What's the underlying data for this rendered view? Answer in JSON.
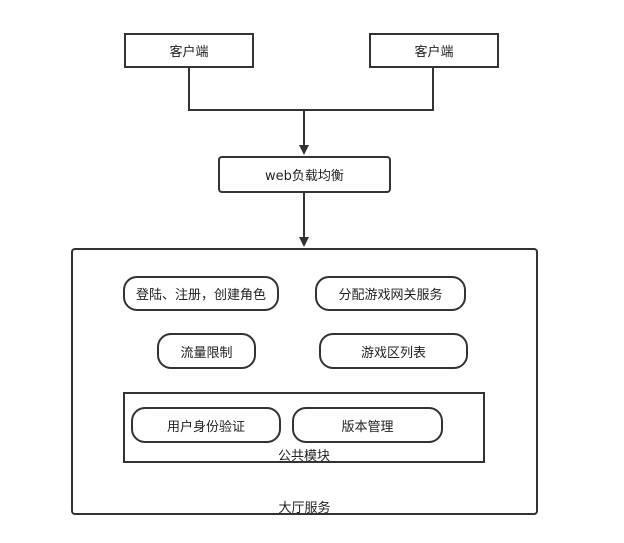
{
  "diagram": {
    "clients": [
      "客户端",
      "客户端"
    ],
    "load_balancer": "web负载均衡",
    "hall_service": {
      "label": "大厅服务",
      "features": [
        "登陆、注册，创建角色",
        "分配游戏网关服务",
        "流量限制",
        "游戏区列表"
      ],
      "common_module": {
        "label": "公共模块",
        "items": [
          "用户身份验证",
          "版本管理"
        ]
      }
    }
  }
}
